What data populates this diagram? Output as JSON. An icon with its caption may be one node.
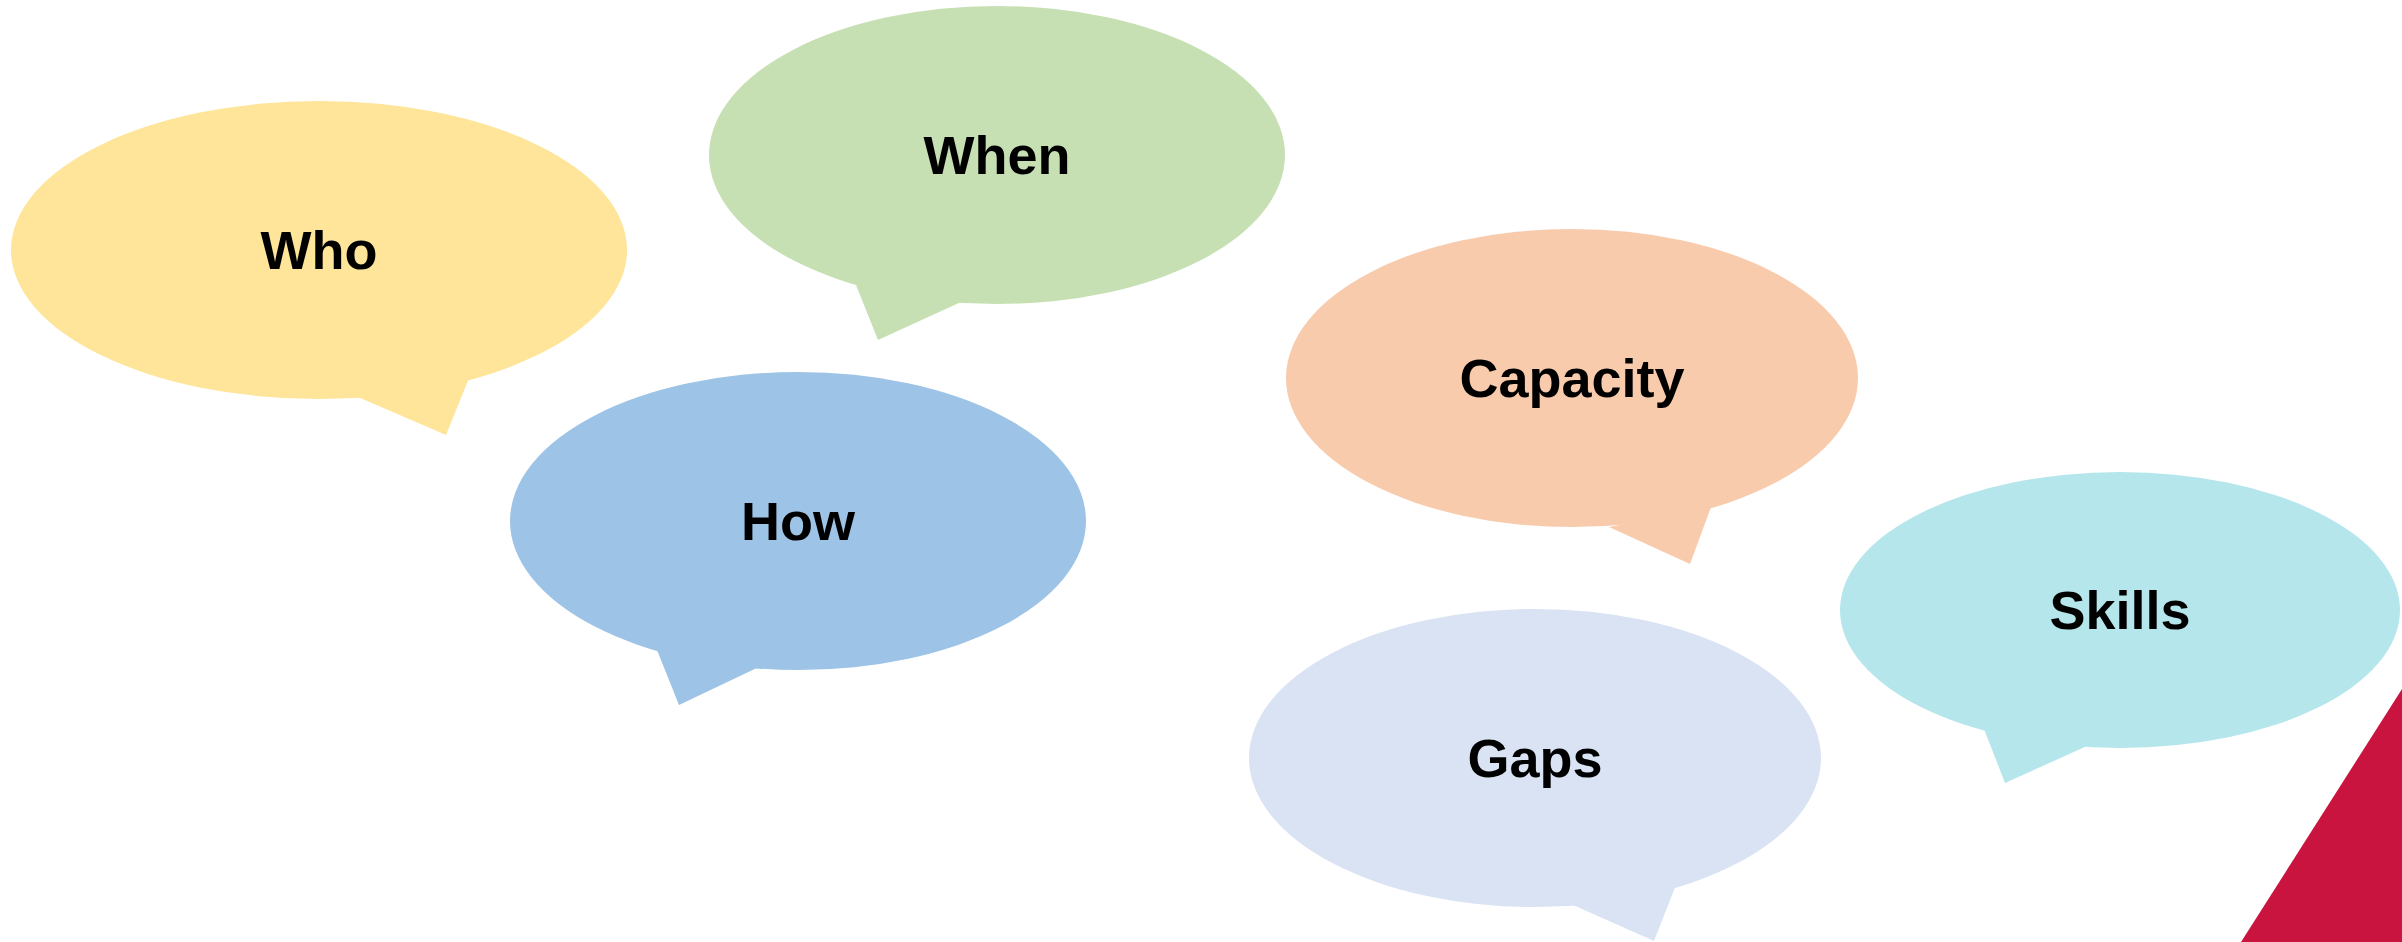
{
  "diagram": {
    "nodes": [
      {
        "text": [
          "When"
        ]
      },
      {
        "text": [
          "Who"
        ]
      },
      {
        "text": [
          "Capacity"
        ]
      },
      {
        "text": [
          "How"
        ]
      },
      {
        "text": [
          "Skills"
        ]
      },
      {
        "text": [
          "Gaps"
        ]
      },
      {
        "text": [],
        "shape": "triangle"
      }
    ]
  }
}
